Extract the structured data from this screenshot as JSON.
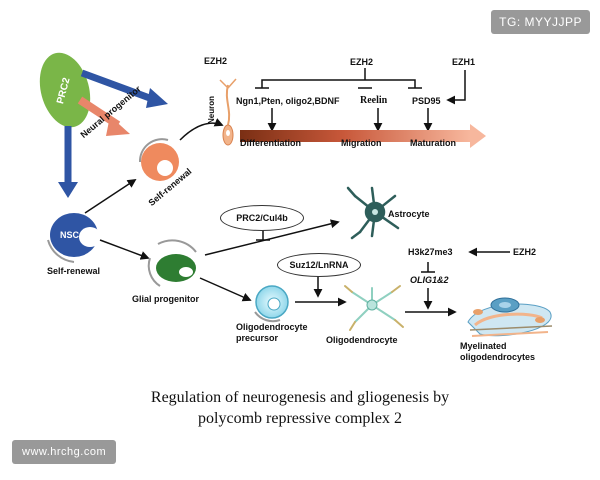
{
  "watermarks": {
    "top_right": "TG: MYYJJPP",
    "bottom_left": "www.hrchg.com"
  },
  "caption": {
    "line1": "Regulation of neurogenesis and gliogenesis by",
    "line2": "polycomb repressive complex 2"
  },
  "labels": {
    "prc2": "PRC2",
    "ezh2_top_left": "EZH2",
    "neuron": "Neuron",
    "ezh2_top_center": "EZH2",
    "ezh1": "EZH1",
    "genes": "Ngn1,Pten, oligo2,BDNF",
    "reelin": "Reelin",
    "psd95": "PSD95",
    "differentiation": "Differentiation",
    "migration": "Migration",
    "maturation": "Maturation",
    "neural_progenitor": "Neural progenitor",
    "self_renewal_progenitor": "Self-renewal",
    "nsc": "NSC",
    "self_renewal_nsc": "Self-renewal",
    "prc2_cul4b": "PRC2/Cul4b",
    "astrocyte": "Astrocyte",
    "glial_progenitor": "Glial progenitor",
    "suz12": "Suz12/LnRNA",
    "h3k27me3": "H3k27me3",
    "ezh2_right": "EZH2",
    "olig": "OLIG1&2",
    "opc_line1": "Oligodendrocyte",
    "opc_line2": "precursor",
    "oligodendrocyte": "Oligodendrocyte",
    "myelinated_line1": "Myelinated",
    "myelinated_line2": "oligodendrocytes"
  },
  "colors": {
    "prc2_green": "#7ab648",
    "arrow_blue": "#2f55a4",
    "arrow_orange": "#e8866a",
    "progenitor_orange": "#ef8a5e",
    "glial_green": "#2e7d32",
    "astrocyte_teal": "#2e5e5a",
    "opc_cyan": "#a9e3f0",
    "timeline_dark": "#7a2f14",
    "timeline_light": "#f4a98a"
  }
}
